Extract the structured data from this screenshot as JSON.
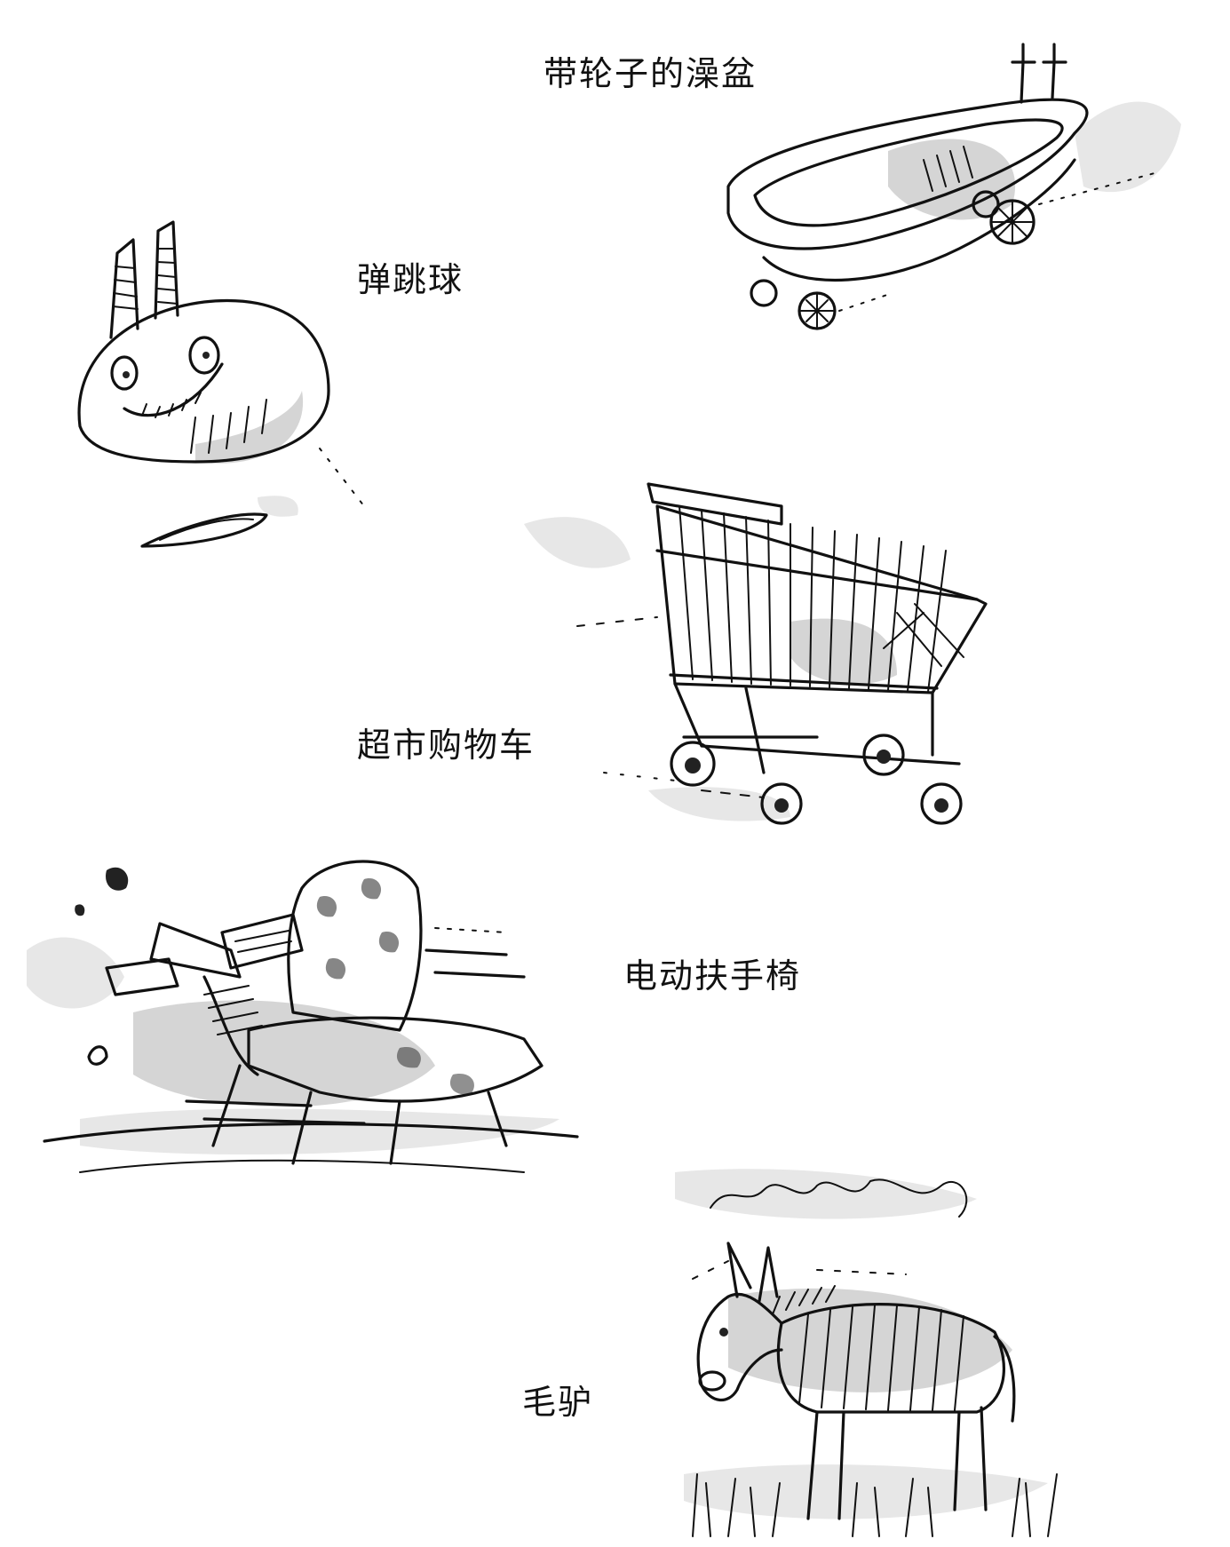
{
  "labels": {
    "bathtub": "带轮子的澡盆",
    "ball": "弹跳球",
    "cart": "超市购物车",
    "chair": "电动扶手椅",
    "donkey": "毛驴"
  },
  "illustrations": [
    {
      "id": "bathtub",
      "subject": "bathtub-on-wheels"
    },
    {
      "id": "ball",
      "subject": "bouncing-ball"
    },
    {
      "id": "cart",
      "subject": "shopping-cart"
    },
    {
      "id": "chair",
      "subject": "armchair-rider"
    },
    {
      "id": "donkey",
      "subject": "donkey"
    }
  ]
}
